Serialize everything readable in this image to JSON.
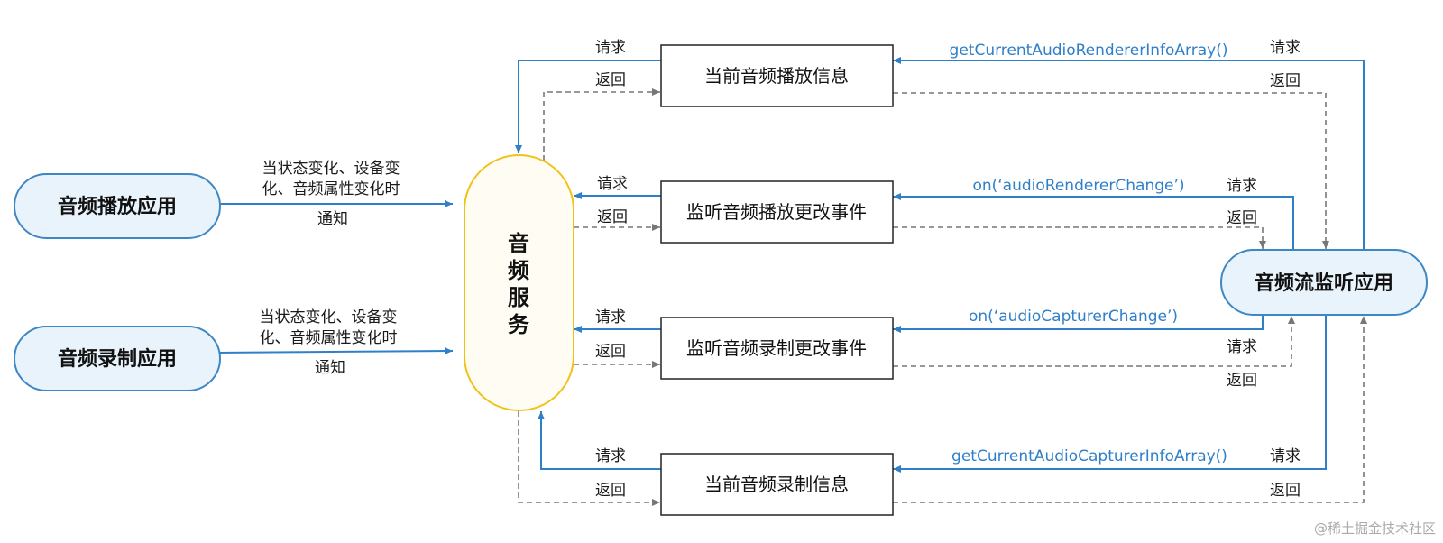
{
  "nodes": {
    "player_app": "音频播放应用",
    "recorder_app": "音频录制应用",
    "audio_service": [
      "音",
      "频",
      "服",
      "务"
    ],
    "monitor_app": "音频流监听应用",
    "render_info": "当前音频播放信息",
    "render_change": "监听音频播放更改事件",
    "capture_change": "监听音频录制更改事件",
    "capture_info": "当前音频录制信息"
  },
  "labels": {
    "notify_line1": "当状态变化、设备变",
    "notify_line2": "化、音频属性变化时",
    "notify": "通知",
    "request": "请求",
    "return": "返回"
  },
  "apis": {
    "get_renderer": "getCurrentAudioRendererInfoArray()",
    "on_renderer": "on(‘audioRendererChange’)",
    "on_capturer": "on(‘audioCapturerChange’)",
    "get_capturer": "getCurrentAudioCapturerInfoArray()"
  },
  "watermark": "@稀土掘金技术社区",
  "colors": {
    "pill_fill": "#e9f3fb",
    "pill_stroke": "#3d87c4",
    "service_fill": "#fffdf3",
    "service_stroke": "#f2c118",
    "solid_arrow": "#2f7fc9",
    "dashed_arrow": "#777777",
    "api_text": "#2f7fc9"
  }
}
